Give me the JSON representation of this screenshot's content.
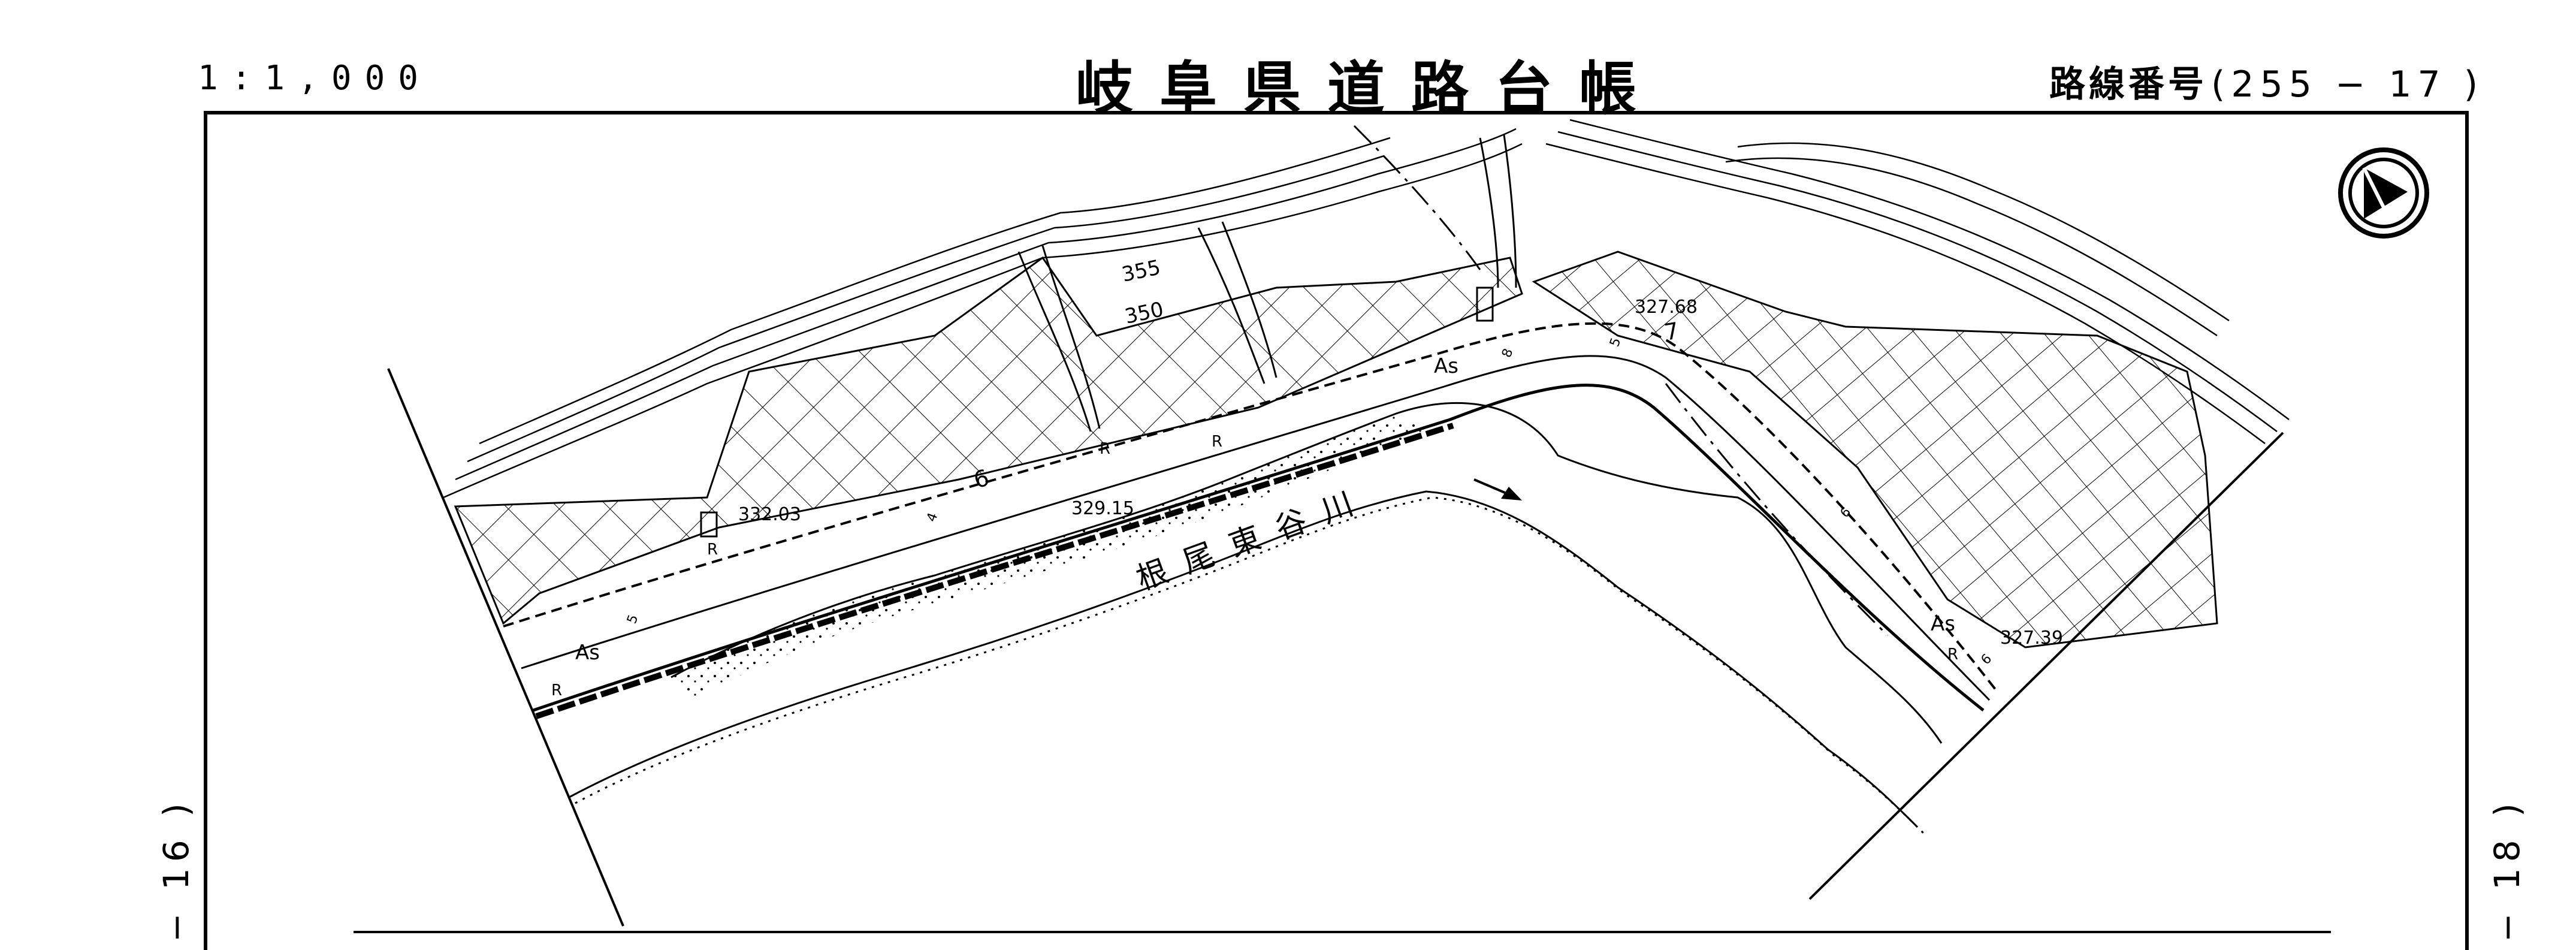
{
  "header": {
    "scale": "1:1,000",
    "title": "岐阜県道路台帳",
    "route_label": "路線番号",
    "route_number": "(255 − 17 )"
  },
  "adjacent": {
    "left": "− 16 )",
    "right": "− 18 )"
  },
  "map": {
    "contours": [
      "355",
      "350"
    ],
    "elevations": [
      "332.03",
      "329.15",
      "327.68",
      "327.39"
    ],
    "river_name": "根尾東谷川",
    "surface_label": "As",
    "marker_label": "R",
    "widths": [
      "6",
      "7",
      "5",
      "4",
      "8"
    ],
    "colors": {
      "ink": "#000000",
      "paper": "#ffffff"
    },
    "north_symbol": "north-arrow-icon"
  }
}
